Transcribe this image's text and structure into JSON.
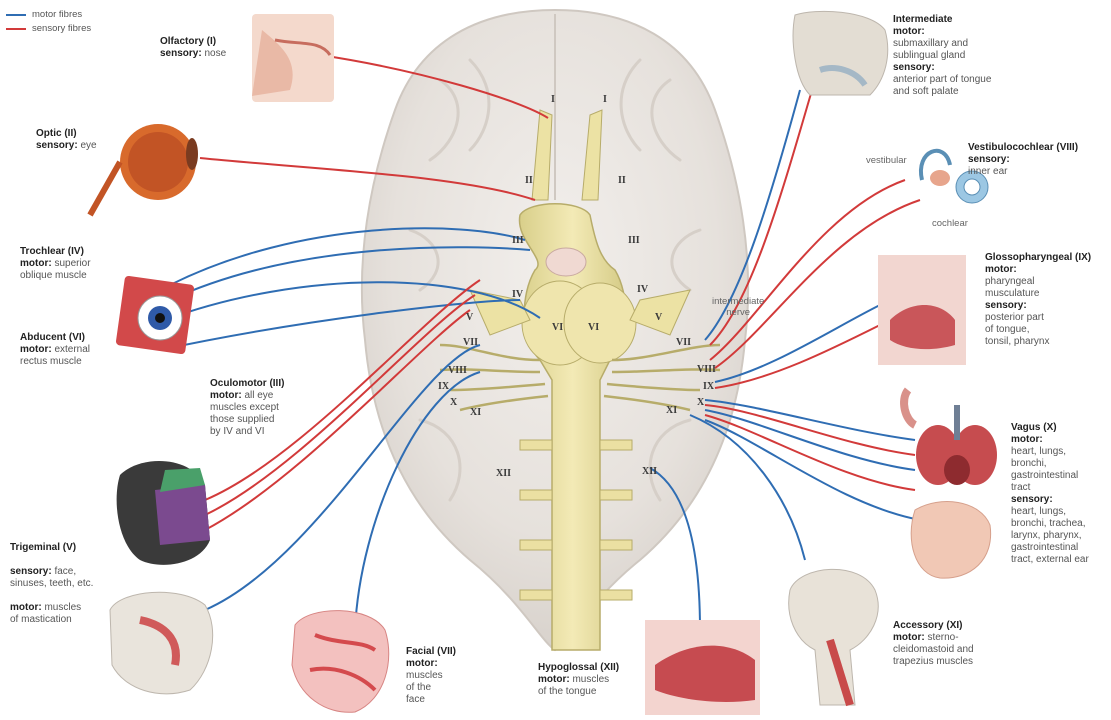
{
  "legend": {
    "motor": {
      "label": "motor fibres",
      "color": "#2f6db3"
    },
    "sensory": {
      "label": "sensory fibres",
      "color": "#d23a3a"
    }
  },
  "brain_labels": {
    "I_left": "I",
    "I_right": "I",
    "II_left": "II",
    "II_right": "II",
    "III_left": "III",
    "III_right": "III",
    "IV_left": "IV",
    "IV_right": "IV",
    "V_left": "V",
    "V_right": "V",
    "VI_left": "VI",
    "VI_right": "VI",
    "VII_left": "VII",
    "VII_right": "VII",
    "VIII_left": "VIII",
    "VIII_right": "VIII",
    "IX_left": "IX",
    "IX_right": "IX",
    "X_left": "X",
    "X_right": "X",
    "XI_left": "XI",
    "XI_right": "XI",
    "XII_left": "XII",
    "XII_right": "XII"
  },
  "annotations": {
    "intermediate_nerve": [
      "intermediate",
      "nerve"
    ],
    "vestibular": "vestibular",
    "cochlear": "cochlear"
  },
  "nerves": {
    "olfactory": {
      "title": "Olfactory (I)",
      "lines": [
        {
          "k": "sensory:",
          "v": " nose"
        }
      ]
    },
    "optic": {
      "title": "Optic (II)",
      "lines": [
        {
          "k": "sensory:",
          "v": " eye"
        }
      ]
    },
    "trochlear": {
      "title": "Trochlear (IV)",
      "lines": [
        {
          "k": "motor:",
          "v": " superior"
        },
        {
          "k": "",
          "v": "oblique muscle"
        }
      ]
    },
    "abducent": {
      "title": "Abducent (VI)",
      "lines": [
        {
          "k": "motor:",
          "v": " external"
        },
        {
          "k": "",
          "v": "rectus muscle"
        }
      ]
    },
    "oculomotor": {
      "title": "Oculomotor (III)",
      "lines": [
        {
          "k": "motor:",
          "v": " all eye"
        },
        {
          "k": "",
          "v": "muscles except"
        },
        {
          "k": "",
          "v": "those supplied"
        },
        {
          "k": "",
          "v": "by IV and VI"
        }
      ]
    },
    "trigeminal": {
      "title": "Trigeminal (V)",
      "lines": [
        {
          "k": "",
          "v": ""
        },
        {
          "k": "sensory:",
          "v": " face,"
        },
        {
          "k": "",
          "v": "sinuses, teeth, etc."
        },
        {
          "k": "",
          "v": ""
        },
        {
          "k": "motor:",
          "v": " muscles"
        },
        {
          "k": "",
          "v": "of mastication"
        }
      ]
    },
    "facial": {
      "title": "Facial (VII)",
      "lines": [
        {
          "k": "motor:",
          "v": ""
        },
        {
          "k": "",
          "v": "muscles"
        },
        {
          "k": "",
          "v": "of the"
        },
        {
          "k": "",
          "v": "face"
        }
      ]
    },
    "hypoglossal": {
      "title": "Hypoglossal (XII)",
      "lines": [
        {
          "k": "motor:",
          "v": " muscles"
        },
        {
          "k": "",
          "v": "of the tongue"
        }
      ]
    },
    "intermediate": {
      "title": "Intermediate",
      "lines": [
        {
          "k": "motor:",
          "v": ""
        },
        {
          "k": "",
          "v": "submaxillary and"
        },
        {
          "k": "",
          "v": "sublingual gland"
        },
        {
          "k": "sensory:",
          "v": ""
        },
        {
          "k": "",
          "v": "anterior part of tongue"
        },
        {
          "k": "",
          "v": "and soft palate"
        }
      ]
    },
    "vestibulocochlear": {
      "title": "Vestibulocochlear (VIII)",
      "lines": [
        {
          "k": "sensory:",
          "v": ""
        },
        {
          "k": "",
          "v": "inner ear"
        }
      ]
    },
    "glossopharyngeal": {
      "title": "Glossopharyngeal (IX)",
      "lines": [
        {
          "k": "motor:",
          "v": ""
        },
        {
          "k": "",
          "v": "pharyngeal"
        },
        {
          "k": "",
          "v": "musculature"
        },
        {
          "k": "sensory:",
          "v": ""
        },
        {
          "k": "",
          "v": "posterior part"
        },
        {
          "k": "",
          "v": "of tongue,"
        },
        {
          "k": "",
          "v": "tonsil, pharynx"
        }
      ]
    },
    "vagus": {
      "title": "Vagus (X)",
      "lines": [
        {
          "k": "motor:",
          "v": ""
        },
        {
          "k": "",
          "v": "heart, lungs,"
        },
        {
          "k": "",
          "v": "bronchi,"
        },
        {
          "k": "",
          "v": "gastrointestinal"
        },
        {
          "k": "",
          "v": "tract"
        },
        {
          "k": "sensory:",
          "v": ""
        },
        {
          "k": "",
          "v": "heart, lungs,"
        },
        {
          "k": "",
          "v": "bronchi, trachea,"
        },
        {
          "k": "",
          "v": "larynx, pharynx,"
        },
        {
          "k": "",
          "v": "gastrointestinal"
        },
        {
          "k": "",
          "v": "tract, external ear"
        }
      ]
    },
    "accessory": {
      "title": "Accessory (XI)",
      "lines": [
        {
          "k": "motor:",
          "v": " sterno-"
        },
        {
          "k": "",
          "v": "cleidomastoid and"
        },
        {
          "k": "",
          "v": "trapezius muscles"
        }
      ]
    }
  }
}
